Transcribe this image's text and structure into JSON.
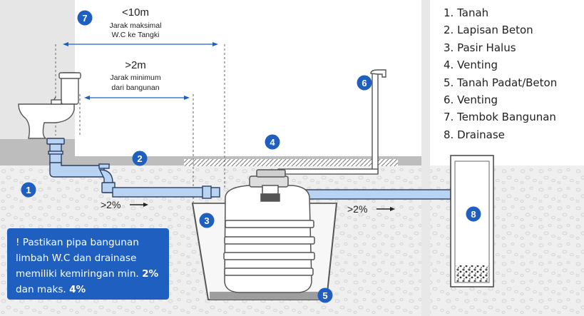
{
  "badges": {
    "b1": "1",
    "b2": "2",
    "b3": "3",
    "b4": "4",
    "b5": "5",
    "b6": "6",
    "b7": "7",
    "b8": "8"
  },
  "dimensions": {
    "max_distance_value": "<10m",
    "max_distance_line1": "Jarak maksimal",
    "max_distance_line2": "W.C ke Tangki",
    "min_distance_value": ">2m",
    "min_distance_line1": "Jarak minimum",
    "min_distance_line2": "dari bangunan"
  },
  "slopes": {
    "left": ">2%",
    "right": ">2%"
  },
  "legend": {
    "items": [
      "1. Tanah",
      "2. Lapisan Beton",
      "3. Pasir Halus",
      "4. Venting",
      "5. Tanah Padat/Beton",
      "6. Venting",
      "7. Tembok Bangunan",
      "8. Drainase"
    ]
  },
  "notice": {
    "part1": "! Pastikan pipa bangunan limbah W.C dan drainase memiliki kemiringan min. ",
    "bold1": "2%",
    "part2": " dan maks. ",
    "bold2": "4%"
  },
  "colors": {
    "badge": "#1f5fbf",
    "pipe": "#b9d3f3",
    "pipe_stroke": "#2b3f63",
    "wall": "#e6e6e6",
    "soil": "#efefef",
    "concrete": "#bdbdbd",
    "notice_bg": "#1f5fbf"
  }
}
